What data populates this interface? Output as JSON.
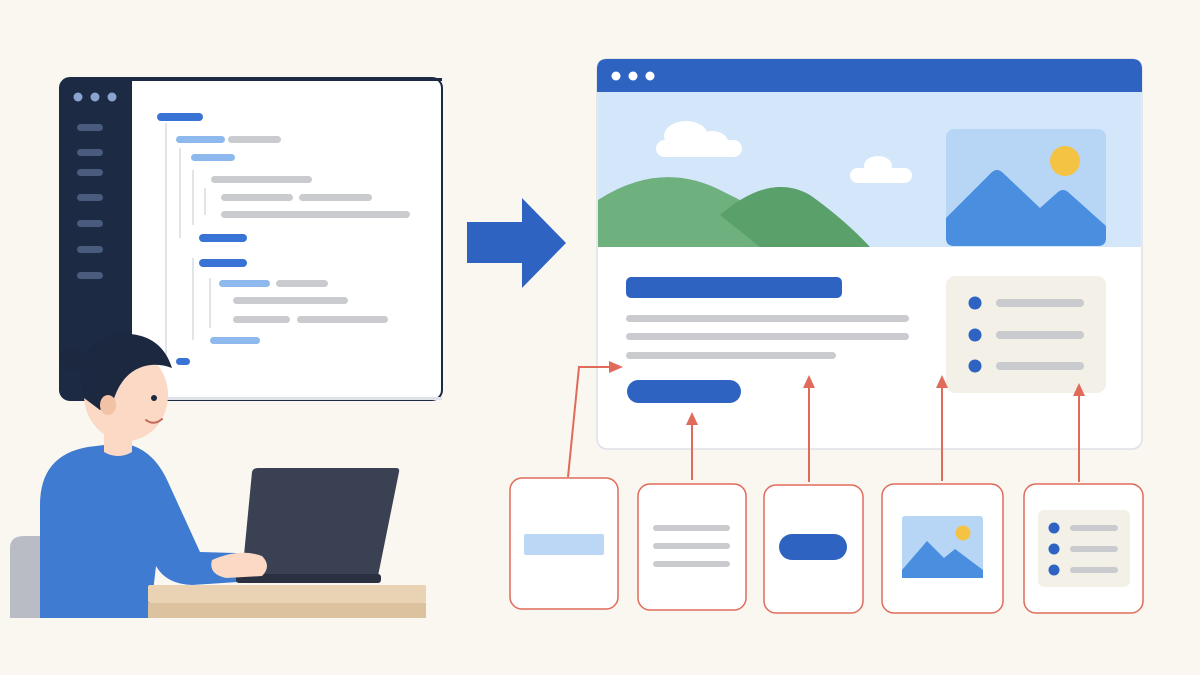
{
  "colors": {
    "background": "#faf7f0",
    "primary_blue": "#2e63c2",
    "light_blue": "#a7c8f2",
    "sky": "#d4e6fa",
    "hill_light": "#6fb17e",
    "hill_dark": "#5aa06a",
    "mountain": "#4a8ee0",
    "sun": "#f4c343",
    "gray_line": "#c9cbcf",
    "connector_red": "#e06b5a",
    "editor_sidebar": "#1d2a44",
    "list_card": "#f3f0e8",
    "skin": "#fbd9c4",
    "hair": "#1c2740",
    "shirt": "#3f7bd0",
    "laptop": "#3a4152",
    "desk": "#e9d3b4",
    "chair": "#b9bcc4"
  },
  "icons": [
    "window-dots-icon",
    "arrow-right-icon",
    "cloud-icon",
    "sun-icon",
    "mountain-icon",
    "bullet-dot-icon"
  ],
  "components": [
    "header-bar-block",
    "text-lines-block",
    "button-block",
    "image-block",
    "bullet-list-block"
  ]
}
